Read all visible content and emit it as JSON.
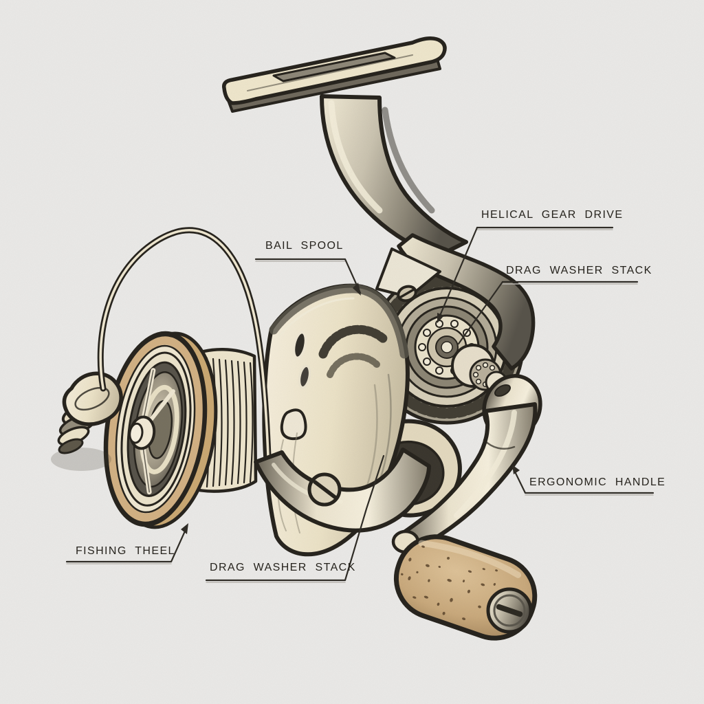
{
  "page": {
    "background_color": "#ebeae8",
    "type_color": "#26231d"
  },
  "illustration": {
    "subject": "Hand-drawn technical illustration of a spinning fishing reel",
    "palette": {
      "ink": "#26231d",
      "cream": "#efe6ce",
      "brass": "#d2b183",
      "metal": "#9a948a",
      "cork": "#cfae83"
    }
  },
  "callouts": [
    {
      "id": "bail-spool",
      "text": "BAIL SPOOL"
    },
    {
      "id": "helical-gear-drive",
      "text": "HELICAL GEAR DRIVE"
    },
    {
      "id": "drag-washer-stack-top",
      "text": "DRAG WASHER STACK"
    },
    {
      "id": "ergonomic-handle",
      "text": "ERGONOMIC HANDLE"
    },
    {
      "id": "fishing-theel",
      "text": "FISHING THEEL"
    },
    {
      "id": "drag-washer-stack-bottom",
      "text": "DRAG WASHER STACK"
    }
  ]
}
